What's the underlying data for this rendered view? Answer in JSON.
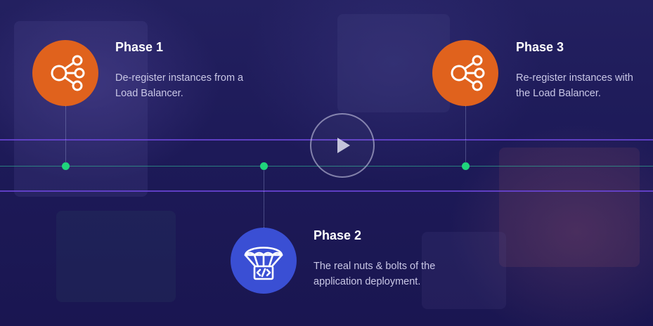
{
  "phases": [
    {
      "title": "Phase 1",
      "desc_line1": "De-register instances from a",
      "desc_line2": "Load Balancer.",
      "icon": "share-network-icon",
      "color": "#e0621d"
    },
    {
      "title": "Phase 2",
      "desc_line1": "The real nuts & bolts of the",
      "desc_line2": "application deployment.",
      "icon": "parachute-code-icon",
      "color": "#3a4fd4"
    },
    {
      "title": "Phase 3",
      "desc_line1": "Re-register instances with",
      "desc_line2": "the Load Balancer.",
      "icon": "share-network-icon",
      "color": "#e0621d"
    }
  ],
  "colors": {
    "background": "#1c1855",
    "timeline_purple": "#6a45d6",
    "timeline_green": "#2f9f8c",
    "node_green": "#20d47c"
  },
  "video": {
    "icon": "play-icon"
  }
}
